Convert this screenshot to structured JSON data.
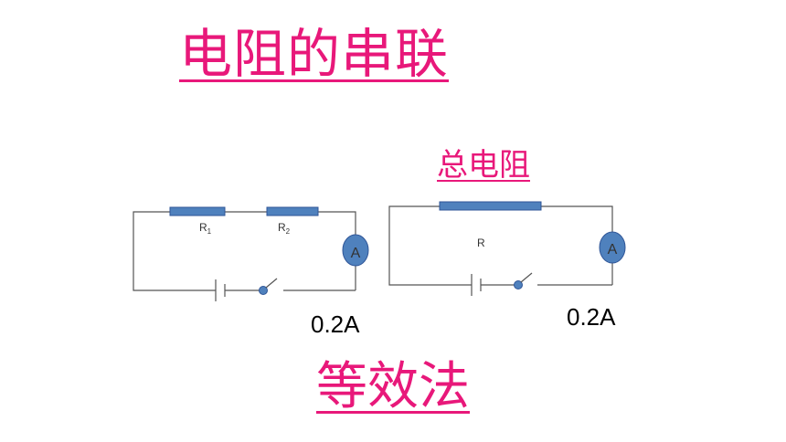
{
  "title": "电阻的串联",
  "subtitle": "总电阻",
  "method": "等效法",
  "circuit1": {
    "r1_label": "R",
    "r1_sub": "1",
    "r2_label": "R",
    "r2_sub": "2",
    "ammeter": "A",
    "reading": "0.2A"
  },
  "circuit2": {
    "r_label": "R",
    "ammeter": "A",
    "reading": "0.2A"
  },
  "colors": {
    "heading": "#e8187a",
    "component_fill": "#4f81bd",
    "wire": "#555555"
  }
}
